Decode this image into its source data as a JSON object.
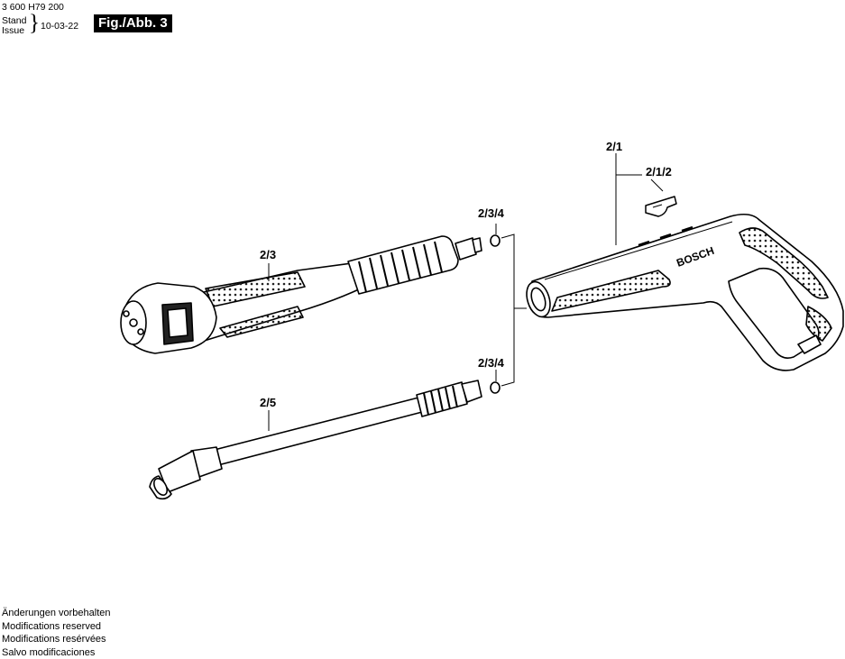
{
  "header": {
    "doc_number": "3 600 H79 200",
    "stand_label": "Stand",
    "issue_label": "Issue",
    "issue_date": "10-03-22",
    "figure_label": "Fig./Abb. 3"
  },
  "parts": {
    "gun": {
      "callout": "2/1",
      "brand_text": "BOSCH"
    },
    "clip": {
      "callout": "2/1/2"
    },
    "lance_nozzle": {
      "callout": "2/3"
    },
    "oring_upper": {
      "callout": "2/3/4"
    },
    "oring_lower": {
      "callout": "2/3/4"
    },
    "lance_angled": {
      "callout": "2/5"
    }
  },
  "footer": {
    "notes": [
      "Änderungen vorbehalten",
      "Modifications reserved",
      "Modifications resérvées",
      "Salvo modificaciones"
    ]
  }
}
